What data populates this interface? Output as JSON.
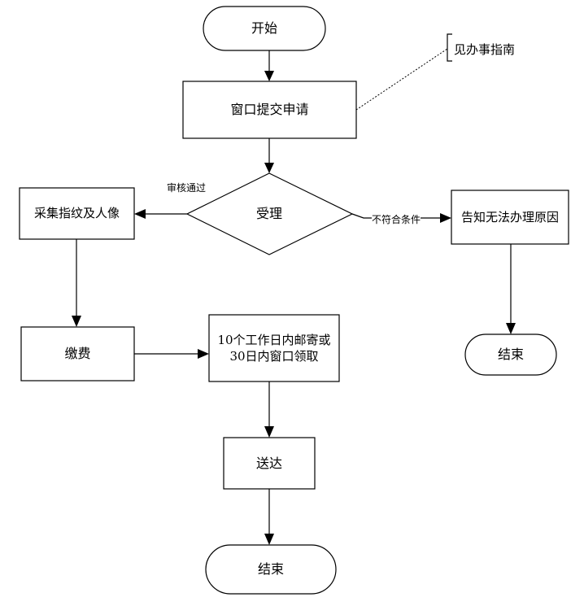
{
  "nodes": {
    "start": "开始",
    "submit": "窗口提交申请",
    "accept": "受理",
    "collect": "采集指纹及人像",
    "pay": "缴费",
    "mail": "10个工作日内邮寄或30日内窗口领取",
    "deliver": "送达",
    "end_main": "结束",
    "inform": "告知无法办理原因",
    "end_reject": "结束"
  },
  "edges": {
    "approved": "审核通过",
    "rejected": "不符合条件"
  },
  "annotation": {
    "guide": "见办事指南"
  }
}
